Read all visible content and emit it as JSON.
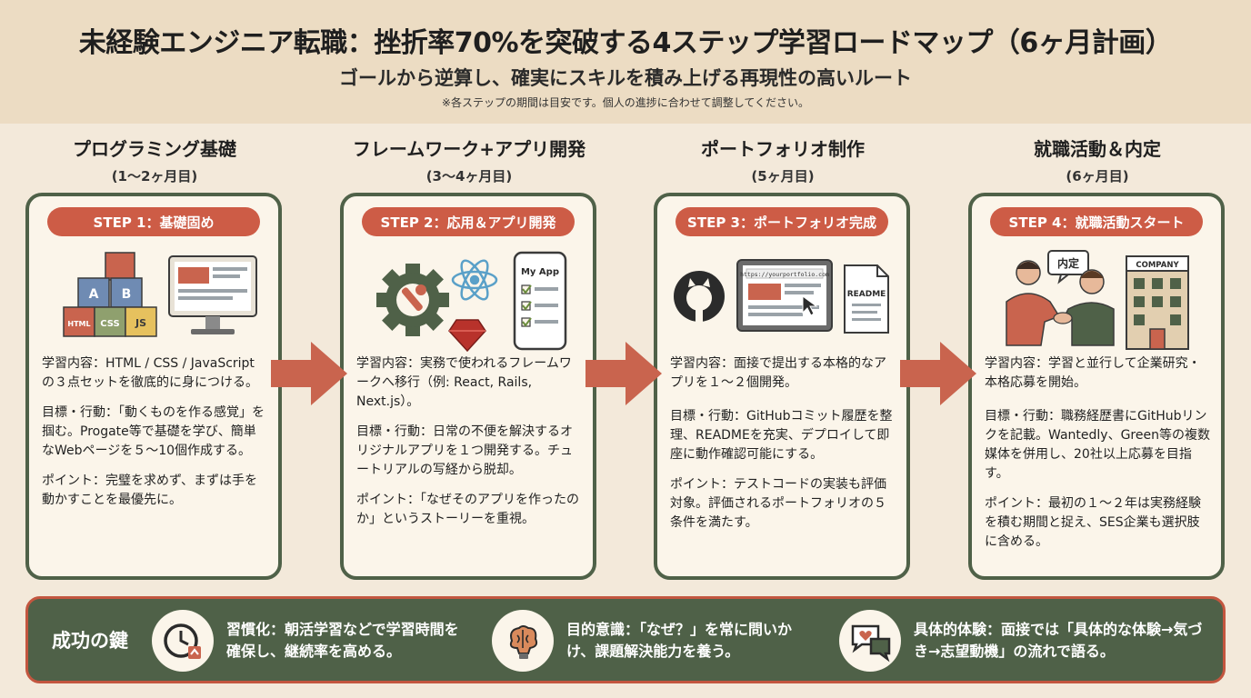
{
  "header": {
    "title": "未経験エンジニア転職：挫折率70%を突破する4ステップ学習ロードマップ（6ヶ月計画）",
    "subtitle": "ゴールから逆算し、確実にスキルを積み上げる再現性の高いルート",
    "note": "※各ステップの期間は目安です。個人の進捗に合わせて調整してください。"
  },
  "steps": [
    {
      "title": "プログラミング基礎",
      "period": "(1〜2ヶ月目)",
      "pill": "STEP 1：基礎固め",
      "illus_labels": {
        "block_a": "A",
        "block_b": "B",
        "block_html": "HTML",
        "block_css": "CSS",
        "block_js": "JS"
      },
      "content": "学習内容：HTML / CSS / JavaScript の３点セットを徹底的に身につける。",
      "goal": "目標・行動：「動くものを作る感覚」を掴む。Progate等で基礎を学び、簡単なWebページを５〜10個作成する。",
      "point": "ポイント：完璧を求めず、まずは手を動かすことを最優先に。"
    },
    {
      "title": "フレームワーク+アプリ開発",
      "period": "(3〜4ヶ月目)",
      "pill": "STEP 2：応用＆アプリ開発",
      "illus_labels": {
        "phone_title": "My App"
      },
      "content": "学習内容：実務で使われるフレームワークへ移行（例: React, Rails, Next.js）。",
      "goal": "目標・行動：日常の不便を解決するオリジナルアプリを１つ開発する。チュートリアルの写経から脱却。",
      "point": "ポイント：「なぜそのアプリを作ったのか」というストーリーを重視。"
    },
    {
      "title": "ポートフォリオ制作",
      "period": "(5ヶ月目)",
      "pill": "STEP 3：ポートフォリオ完成",
      "illus_labels": {
        "browser_url": "https://yourportfolio.com",
        "readme": "README"
      },
      "content": "学習内容：面接で提出する本格的なアプリを１〜２個開発。",
      "goal": "目標・行動：GitHubコミット履歴を整理、READMEを充実、デプロイして即座に動作確認可能にする。",
      "point": "ポイント：テストコードの実装も評価対象。評価されるポートフォリオの５条件を満たす。"
    },
    {
      "title": "就職活動＆内定",
      "period": "(6ヶ月目)",
      "pill": "STEP 4：就職活動スタート",
      "illus_labels": {
        "bubble": "内定",
        "company": "COMPANY"
      },
      "content": "学習内容：学習と並行して企業研究・本格応募を開始。",
      "goal": "目標・行動：職務経歴書にGitHubリンクを記載。Wantedly、Green等の複数媒体を併用し、20社以上応募を目指す。",
      "point": "ポイント：最初の１〜２年は実務経験を積む期間と捉え、SES企業も選択肢に含める。"
    }
  ],
  "keys": {
    "label": "成功の鍵",
    "items": [
      {
        "icon": "clock-icon",
        "text": "習慣化：朝活学習などで学習時間を確保し、継続率を高める。"
      },
      {
        "icon": "brain-icon",
        "text": "目的意識：「なぜ？」を常に問いかけ、課題解決能力を養う。"
      },
      {
        "icon": "chat-heart-icon",
        "text": "具体的体験：面接では「具体的な体験→気づき→志望動機」の流れで語る。"
      }
    ]
  },
  "colors": {
    "accent": "#cd5c46",
    "frame": "#4f6148",
    "background": "#f3e9da"
  }
}
